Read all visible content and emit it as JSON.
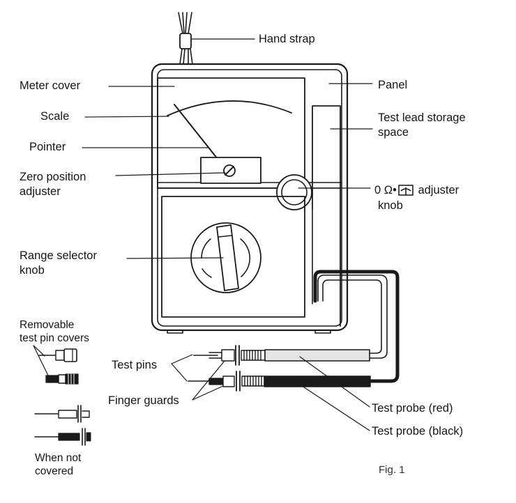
{
  "labels": {
    "hand_strap": "Hand strap",
    "meter_cover": "Meter cover",
    "panel": "Panel",
    "scale": "Scale",
    "test_lead_storage": "Test lead storage\nspace",
    "pointer": "Pointer",
    "zero_position_adjuster": "Zero position\nadjuster",
    "adjuster_knob_prefix": "0 Ω•",
    "adjuster_knob_suffix": " adjuster",
    "adjuster_knob_line2": "knob",
    "range_selector_knob": "Range selector\nknob",
    "removable_covers": "Removable\ntest pin covers",
    "test_pins": "Test pins",
    "finger_guards": "Finger guards",
    "test_probe_red": "Test probe (red)",
    "test_probe_black": "Test probe (black)",
    "when_not_covered": "When not\ncovered",
    "figure": "Fig. 1"
  },
  "icons": {
    "adjuster_symbol": "meter-adjust-icon"
  },
  "colors": {
    "line": "#1a1a1a",
    "black_probe": "#1a1a1a",
    "red_probe_fill": "#e4e4e4",
    "background": "#ffffff"
  }
}
